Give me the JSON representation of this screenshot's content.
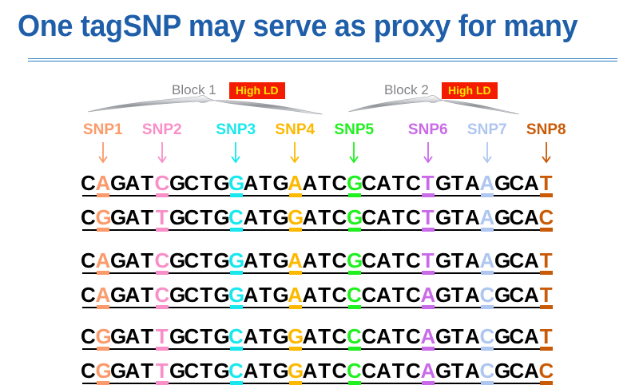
{
  "title": "One tagSNP may serve as proxy for many",
  "title_color": "#1f5fa9",
  "rule_color": "#2f7fc4",
  "blocks": [
    {
      "label": "Block 1",
      "badge": "High LD",
      "badge_bg": "#f41c00",
      "badge_color": "#ffe600"
    },
    {
      "label": "Block 2",
      "badge": "High LD",
      "badge_bg": "#f41c00",
      "badge_color": "#ffe600"
    }
  ],
  "snps": [
    {
      "label": "SNP1",
      "color": "#fb9a6a",
      "index": 1
    },
    {
      "label": "SNP2",
      "color": "#f98fc8",
      "index": 5
    },
    {
      "label": "SNP3",
      "color": "#18e8ee",
      "index": 10
    },
    {
      "label": "SNP4",
      "color": "#fcb900",
      "index": 14
    },
    {
      "label": "SNP5",
      "color": "#1ff01f",
      "index": 18
    },
    {
      "label": "SNP6",
      "color": "#c96ae8",
      "index": 23
    },
    {
      "label": "SNP7",
      "color": "#aec6f0",
      "index": 27
    },
    {
      "label": "SNP8",
      "color": "#c95a06",
      "index": 31
    }
  ],
  "sequences": [
    {
      "name": "haplotype-row-1",
      "bases": "CAGATCGCTGGATGAATCGCATCTGTAAGCAT",
      "group": 1
    },
    {
      "name": "haplotype-row-2",
      "bases": "CGGATTGCTGCATGGATCGCATCTGTAAGCAC",
      "group": 1
    },
    {
      "name": "haplotype-row-3",
      "bases": "CAGATCGCTGGATGAATCGCATCTGTAAGCAT",
      "group": 2
    },
    {
      "name": "haplotype-row-4",
      "bases": "CAGATCGCTGGATGAATCCCATCAGTACGCAT",
      "group": 2
    },
    {
      "name": "haplotype-row-5",
      "bases": "CGGATTGCTGCATGGATCCCATCAGTACGCAT",
      "group": 3
    },
    {
      "name": "haplotype-row-6",
      "bases": "CGGATTGCTGCATGGATCCCATCAGTACGCAC",
      "group": 3
    }
  ],
  "base_text_color": "#000000",
  "underline_color": "#000000"
}
